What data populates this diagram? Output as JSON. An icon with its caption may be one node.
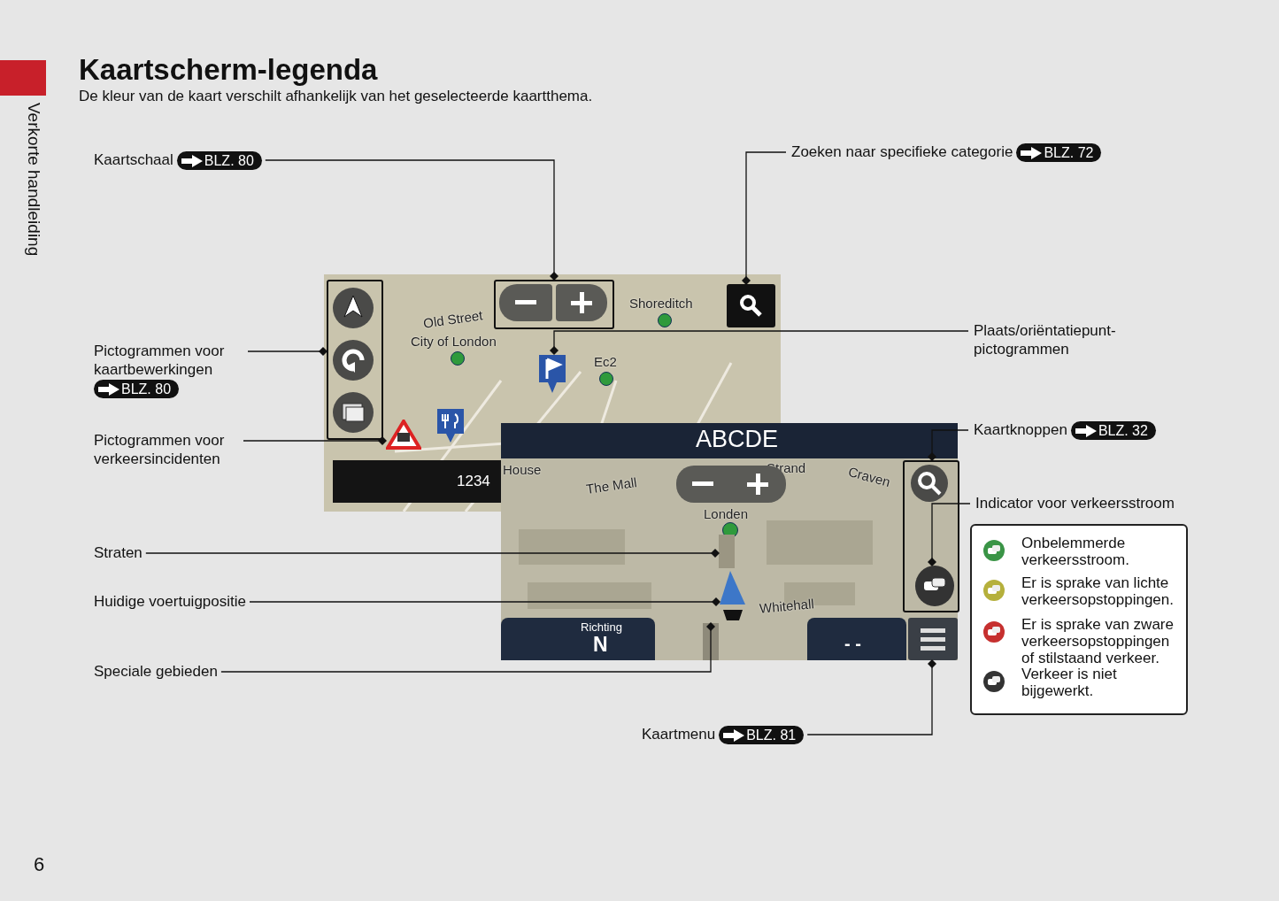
{
  "diagram": {
    "title": "Kaartscherm-legenda",
    "nodes": [
      {
        "text": [
          "Kaartschaal",
          "BLZ. 80"
        ]
      },
      {
        "text": [],
        "shape": "box"
      },
      {
        "text": [
          "Zoeken naar specifieke categorie",
          "BLZ. 72"
        ]
      },
      {
        "text": [],
        "shape": "box"
      },
      {
        "text": [
          "Pictogrammen voor kaartbewerkingen",
          "BLZ. 80"
        ]
      },
      {
        "text": [],
        "shape": "box"
      },
      {
        "text": [
          "Plaats/oriëntatiepunt-pictogrammen"
        ]
      },
      {
        "text": [],
        "shape": "picture"
      },
      {
        "text": [
          "Pictogrammen voor verkeersincidenten"
        ]
      },
      {
        "text": [],
        "shape": "picture"
      },
      {
        "text": [
          "Kaartknoppen",
          "BLZ. 32"
        ]
      },
      {
        "text": [],
        "shape": "box"
      },
      {
        "text": [
          "Indicator voor verkeersstroom"
        ]
      },
      {
        "text": [],
        "shape": "circle",
        "in": 11
      },
      {
        "text": [
          "Straten"
        ]
      },
      {
        "text": [],
        "shape": "bar"
      },
      {
        "text": [
          "Huidige voertuigpositie"
        ]
      },
      {
        "text": [],
        "shape": "picture"
      },
      {
        "text": [
          "Speciale gebieden"
        ]
      },
      {
        "text": [],
        "shape": "bar"
      },
      {
        "text": [
          "Kaartmenu",
          "BLZ. 81"
        ]
      },
      {
        "text": [],
        "shape": "box"
      }
    ],
    "edges": [
      {
        "from": 0,
        "to": 1,
        "arrow": "other"
      },
      {
        "from": 2,
        "to": 3,
        "arrow": "other"
      },
      {
        "from": 4,
        "to": 5,
        "arrow": "other"
      },
      {
        "from": 6,
        "to": 7,
        "arrow": "other"
      },
      {
        "from": 8,
        "to": 9,
        "arrow": "other"
      },
      {
        "from": 10,
        "to": 11,
        "arrow": "other"
      },
      {
        "from": 12,
        "to": 13,
        "arrow": "other"
      },
      {
        "from": 14,
        "to": 15,
        "arrow": "other"
      },
      {
        "from": 16,
        "to": 17,
        "arrow": "other"
      },
      {
        "from": 18,
        "to": 19,
        "arrow": "other"
      },
      {
        "from": 20,
        "to": 21,
        "arrow": "other"
      }
    ],
    "labels": [
      "De kleur van de kaart verschilt afhankelijk van het geselecteerde kaartthema.",
      "Verkorte handleiding",
      "Old Street",
      "Shoreditch",
      "City of London",
      "Ec2",
      "1234",
      "House",
      "ABCDE",
      "Strand",
      "The Mall",
      "Craven",
      "Londen",
      "Whitehall",
      "Richting",
      "N",
      "- -",
      "6"
    ],
    "legend": [
      {
        "text": "Onbelemmerde verkeersstroom.",
        "color": "#3a9446"
      },
      {
        "text": "Er is sprake van lichte verkeersopstoppingen.",
        "color": "#b5b03c"
      },
      {
        "text": "Er is sprake van zware verkeersopstoppingen of stilstaand verkeer.",
        "color": "#c6302f"
      },
      {
        "text": "Verkeer is niet bijgewerkt.",
        "color": "#333333"
      }
    ]
  }
}
